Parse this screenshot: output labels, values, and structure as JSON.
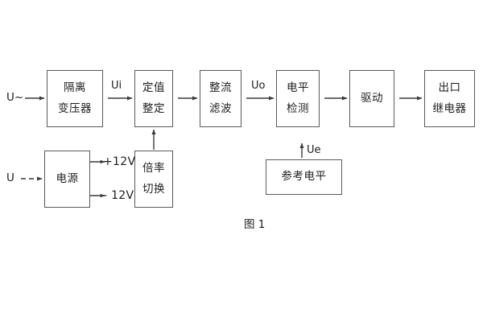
{
  "diagram": {
    "caption": "图 1",
    "blocks": [
      {
        "id": "isolation-transformer",
        "lines": [
          "隔离",
          "变压器"
        ]
      },
      {
        "id": "setting-value",
        "lines": [
          "定值",
          "整定"
        ]
      },
      {
        "id": "rectifier-filter",
        "lines": [
          "整流",
          "滤波"
        ]
      },
      {
        "id": "level-detection",
        "lines": [
          "电平",
          "检测"
        ]
      },
      {
        "id": "driver",
        "lines": [
          "驱动"
        ]
      },
      {
        "id": "output-relay",
        "lines": [
          "出口",
          "继电器"
        ]
      },
      {
        "id": "power-supply",
        "lines": [
          "电源"
        ]
      },
      {
        "id": "multiplier-switch",
        "lines": [
          "倍率",
          "切换"
        ]
      },
      {
        "id": "reference-level",
        "lines": [
          "参考电平"
        ]
      }
    ],
    "labels": {
      "input_ac": "U~",
      "input_dc": "U",
      "signal_ui": "Ui",
      "signal_uo": "Uo",
      "signal_ue": "Ue",
      "rail_positive": "+12V",
      "rail_negative": "- 12V"
    },
    "colors": {
      "background": "#ffffff",
      "box_border": "#5a5a5a",
      "text": "#1d1d1d",
      "wire": "#3a3a3a"
    }
  }
}
